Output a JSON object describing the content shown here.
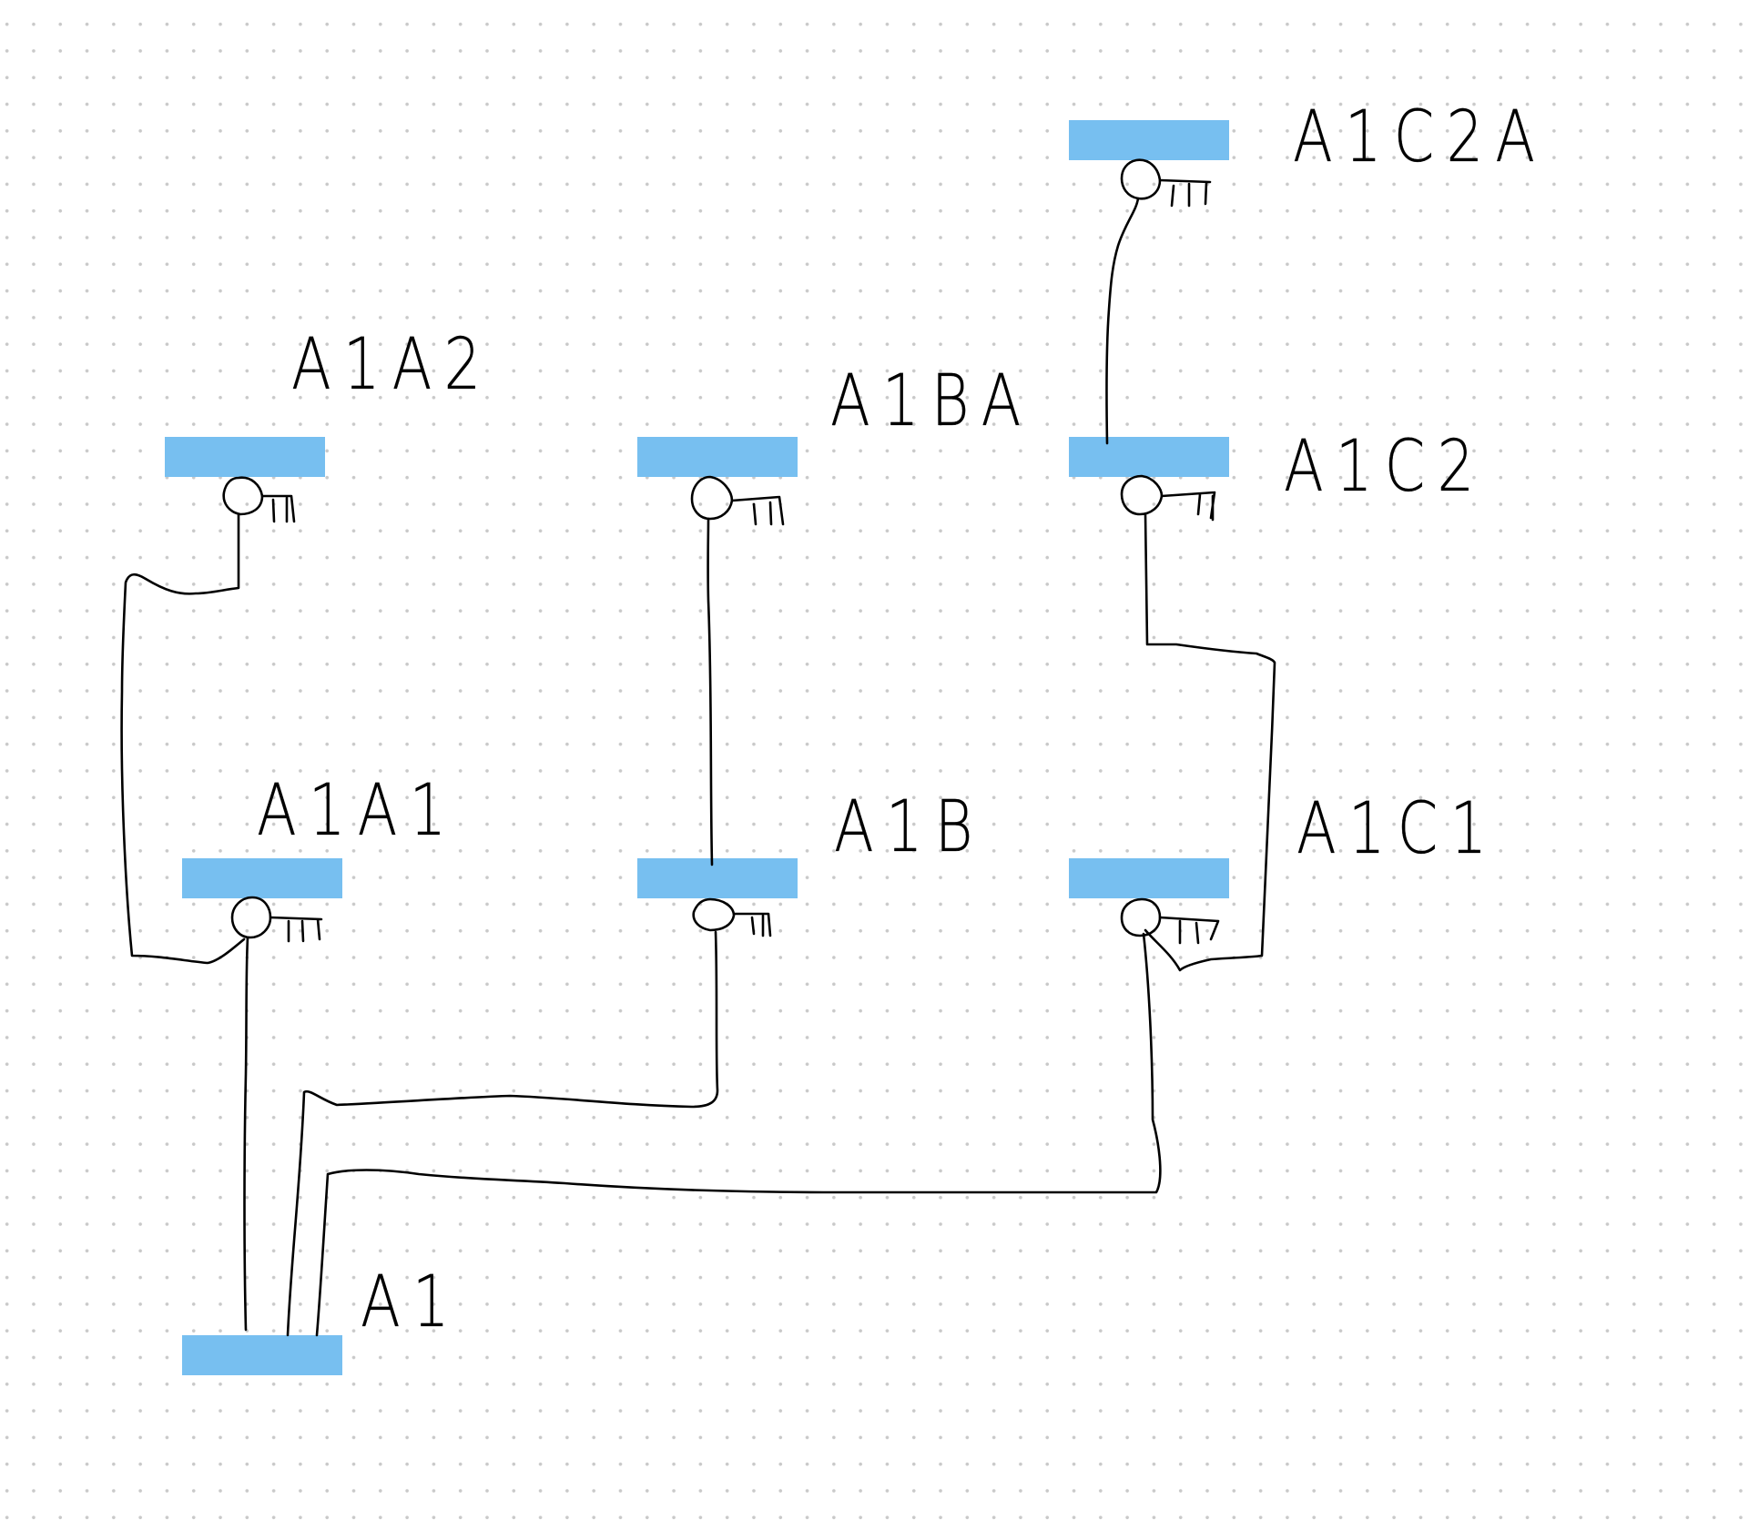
{
  "diagram": {
    "type": "hand-drawn hierarchy diagram on dotted grid",
    "colors": {
      "node_fill": "#77bff0",
      "ink": "#000000",
      "grid_dot": "#c9c9c9",
      "background": "#ffffff"
    },
    "nodes": [
      {
        "id": "A1C2A",
        "label": "A1C2A",
        "icon": "key-icon"
      },
      {
        "id": "A1A2",
        "label": "A1A2",
        "icon": "key-icon"
      },
      {
        "id": "A1BA",
        "label": "A1BA",
        "icon": "key-icon"
      },
      {
        "id": "A1C2",
        "label": "A1C2",
        "icon": "key-icon"
      },
      {
        "id": "A1A1",
        "label": "A1A1",
        "icon": "key-icon"
      },
      {
        "id": "A1B",
        "label": "A1B",
        "icon": "key-icon"
      },
      {
        "id": "A1C1",
        "label": "A1C1",
        "icon": "key-icon"
      },
      {
        "id": "A1",
        "label": "A1",
        "icon": null
      }
    ],
    "edges": [
      {
        "from": "A1",
        "to": "A1A1"
      },
      {
        "from": "A1",
        "to": "A1B"
      },
      {
        "from": "A1",
        "to": "A1C1"
      },
      {
        "from": "A1A1",
        "to": "A1A2"
      },
      {
        "from": "A1B",
        "to": "A1BA"
      },
      {
        "from": "A1C1",
        "to": "A1C2"
      },
      {
        "from": "A1C2",
        "to": "A1C2A"
      }
    ]
  }
}
